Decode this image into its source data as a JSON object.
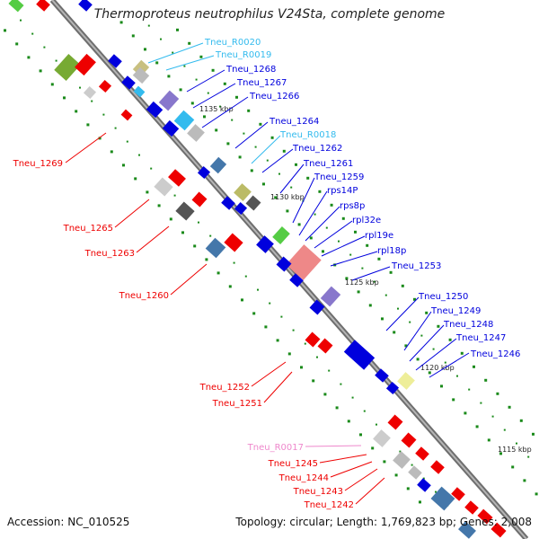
{
  "title": "Thermoproteus neutrophilus V24Sta, complete genome",
  "footer": {
    "accession": "Accession: NC_010525",
    "summary": "Topology: circular; Length: 1,769,823 bp; Genes: 2,008"
  },
  "colors": {
    "backbone": "#8a8a8a",
    "forward_gene": "#0000dd",
    "reverse_gene": "#ee0000",
    "rna_label": "#33bbee",
    "pink_label": "#ee88cc",
    "tick": "#1a8a1a",
    "scale_text": "#222222"
  },
  "scale_marks": [
    "1135 kbp",
    "1130 kbp",
    "1125 kbp",
    "1120 kbp",
    "1115 kbp"
  ],
  "labels_right": [
    {
      "text": "Tneu_R0020",
      "kind": "rna"
    },
    {
      "text": "Tneu_R0019",
      "kind": "rna"
    },
    {
      "text": "Tneu_1268",
      "kind": "forward"
    },
    {
      "text": "Tneu_1267",
      "kind": "forward"
    },
    {
      "text": "Tneu_1266",
      "kind": "forward"
    },
    {
      "text": "Tneu_1264",
      "kind": "forward"
    },
    {
      "text": "Tneu_R0018",
      "kind": "rna"
    },
    {
      "text": "Tneu_1262",
      "kind": "forward"
    },
    {
      "text": "Tneu_1261",
      "kind": "forward"
    },
    {
      "text": "Tneu_1259",
      "kind": "forward"
    },
    {
      "text": "rps14P",
      "kind": "forward"
    },
    {
      "text": "rps8p",
      "kind": "forward"
    },
    {
      "text": "rpl32e",
      "kind": "forward"
    },
    {
      "text": "rpl19e",
      "kind": "forward"
    },
    {
      "text": "rpl18p",
      "kind": "forward"
    },
    {
      "text": "Tneu_1253",
      "kind": "forward"
    },
    {
      "text": "Tneu_1250",
      "kind": "forward"
    },
    {
      "text": "Tneu_1249",
      "kind": "forward"
    },
    {
      "text": "Tneu_1248",
      "kind": "forward"
    },
    {
      "text": "Tneu_1247",
      "kind": "forward"
    },
    {
      "text": "Tneu_1246",
      "kind": "forward"
    }
  ],
  "labels_left": [
    {
      "text": "Tneu_1269",
      "kind": "reverse"
    },
    {
      "text": "Tneu_1265",
      "kind": "reverse"
    },
    {
      "text": "Tneu_1263",
      "kind": "reverse"
    },
    {
      "text": "Tneu_1260",
      "kind": "reverse"
    },
    {
      "text": "Tneu_1252",
      "kind": "reverse"
    },
    {
      "text": "Tneu_1251",
      "kind": "reverse"
    },
    {
      "text": "Tneu_R0017",
      "kind": "pink"
    },
    {
      "text": "Tneu_1245",
      "kind": "reverse"
    },
    {
      "text": "Tneu_1244",
      "kind": "reverse"
    },
    {
      "text": "Tneu_1243",
      "kind": "reverse"
    },
    {
      "text": "Tneu_1242",
      "kind": "reverse"
    }
  ]
}
